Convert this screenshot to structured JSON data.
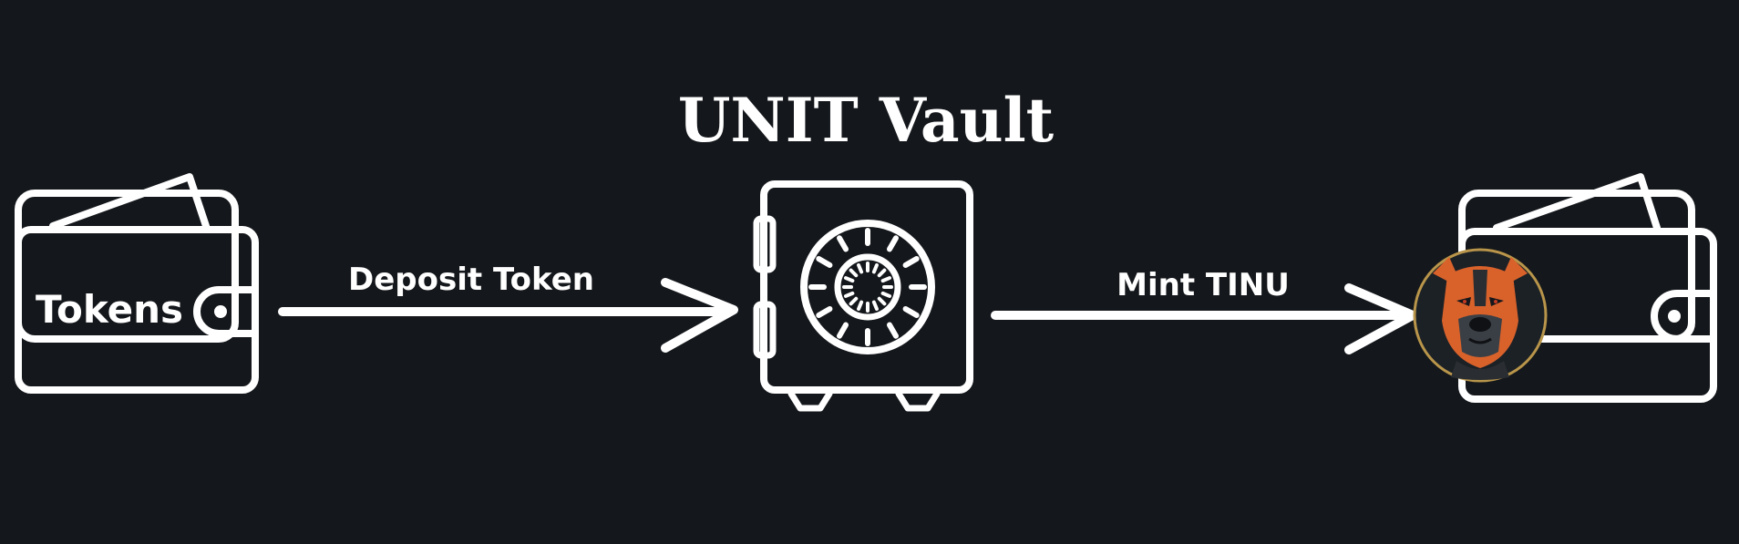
{
  "diagram": {
    "title": "UNIT Vault",
    "wallet_left_label": "Tokens",
    "arrow_left_label": "Deposit Token",
    "arrow_right_label": "Mint TINU"
  },
  "colors": {
    "background": "#14171b",
    "foreground": "#ffffff",
    "mascot_orange": "#d9622b",
    "mascot_ring": "#b8954a"
  },
  "icons": {
    "wallet_left": "wallet-icon",
    "vault": "safe-icon",
    "wallet_right": "wallet-icon",
    "mascot": "dog-avatar"
  }
}
